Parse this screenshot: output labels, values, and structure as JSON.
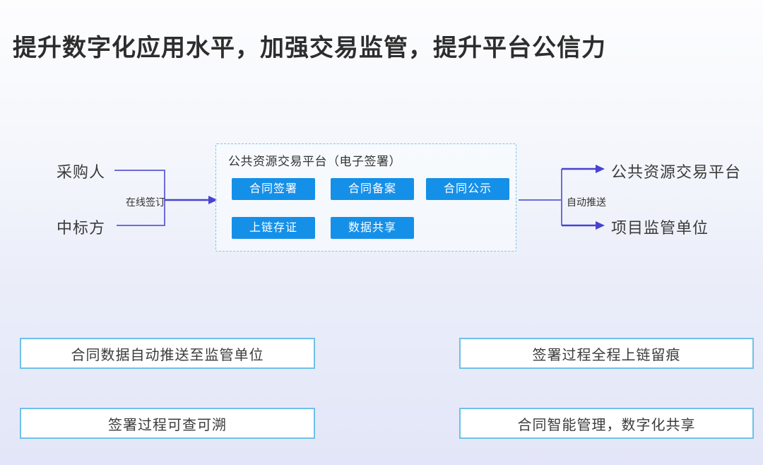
{
  "title": "提升数字化应用水平，加强交易监管，提升平台公信力",
  "flow": {
    "left_nodes": [
      "采购人",
      "中标方"
    ],
    "left_edge_label": "在线签订",
    "platform": {
      "title": "公共资源交易平台（电子签署）",
      "buttons": [
        "合同签署",
        "合同备案",
        "合同公示",
        "上链存证",
        "数据共享"
      ]
    },
    "right_edge_label": "自动推送",
    "right_nodes": [
      "公共资源交易平台",
      "项目监管单位"
    ]
  },
  "features": [
    "合同数据自动推送至监管单位",
    "签署过程全程上链留痕",
    "签署过程可查可溯",
    "合同智能管理，数字化共享"
  ],
  "colors": {
    "accent-blue": "#1590e9",
    "box-border": "#6fc0e8",
    "dashed-border": "#7cc6ec",
    "line-purple": "#6f6bda",
    "arrow-purple": "#4743d0",
    "title-color": "#2d2d2d",
    "text-color": "#3b3b3b"
  }
}
